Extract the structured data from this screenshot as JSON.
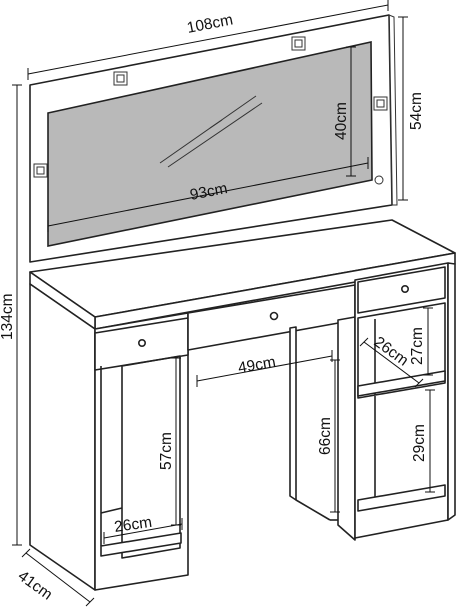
{
  "dimensions": {
    "total_width": "108cm",
    "mirror_frame_height": "54cm",
    "mirror_height": "40cm",
    "mirror_width": "93cm",
    "total_height": "134cm",
    "depth": "41cm",
    "drawer_depth_right": "26cm",
    "right_drawer_height": "27cm",
    "knee_space_width": "49cm",
    "knee_space_height": "66cm",
    "left_shelf_height": "57cm",
    "left_shelf_depth": "26cm",
    "right_shelf_height": "29cm"
  },
  "colors": {
    "mirror": "#b9b9b9",
    "line": "#222222"
  }
}
